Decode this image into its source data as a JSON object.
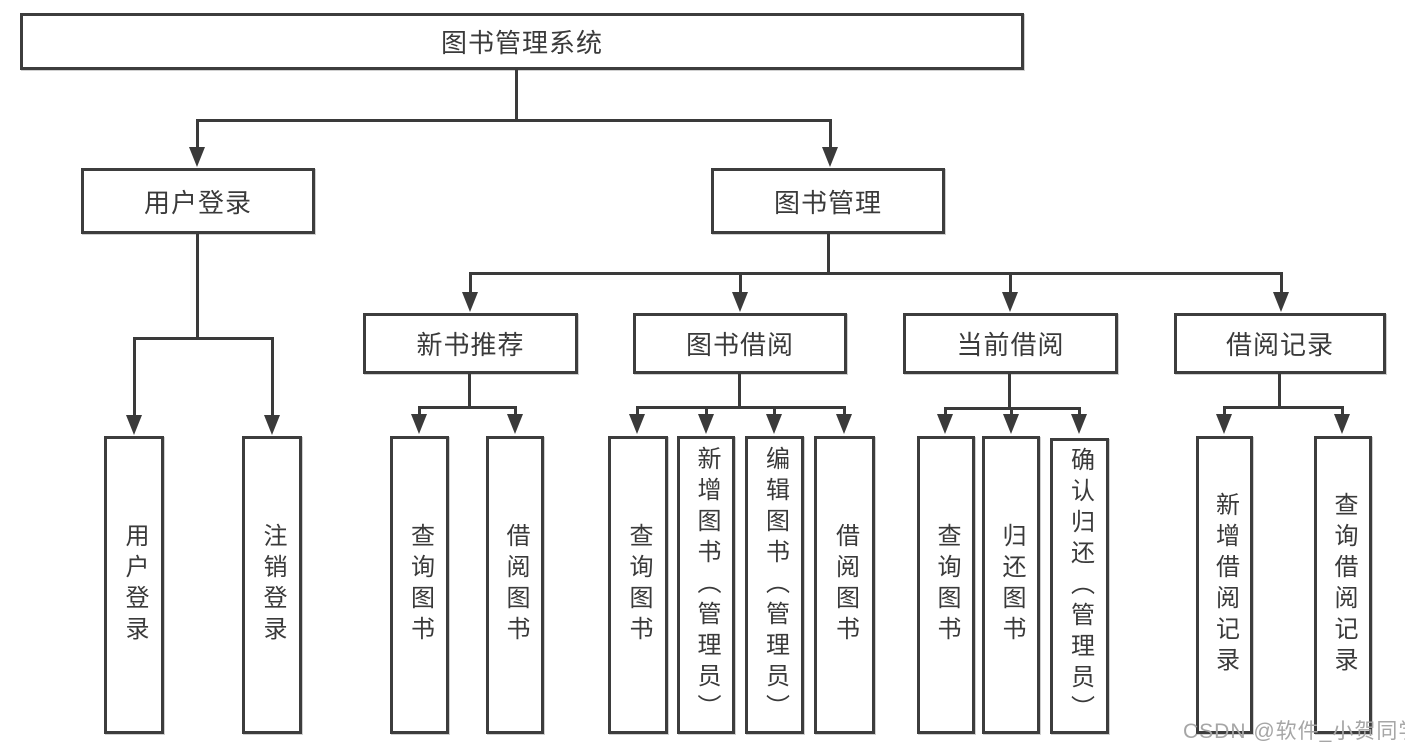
{
  "root": {
    "label": "图书管理系统"
  },
  "level2": [
    {
      "label": "用户登录"
    },
    {
      "label": "图书管理"
    }
  ],
  "level3": [
    {
      "label": "新书推荐"
    },
    {
      "label": "图书借阅"
    },
    {
      "label": "当前借阅"
    },
    {
      "label": "借阅记录"
    }
  ],
  "level4": {
    "user": [
      {
        "label": "用户登录"
      },
      {
        "label": "注销登录"
      }
    ],
    "recommend": [
      {
        "label": "查询图书"
      },
      {
        "label": "借阅图书"
      }
    ],
    "borrow": [
      {
        "label": "查询图书"
      },
      {
        "label": "新增图书（管理员）"
      },
      {
        "label": "编辑图书（管理员）"
      },
      {
        "label": "借阅图书"
      }
    ],
    "current": [
      {
        "label": "查询图书"
      },
      {
        "label": "归还图书"
      },
      {
        "label": "确认归还（管理员）"
      }
    ],
    "records": [
      {
        "label": "新增借阅记录"
      },
      {
        "label": "查询借阅记录"
      }
    ]
  },
  "watermark": "CSDN @软件_小贺同学",
  "colors": {
    "line": "#3a3a3a",
    "border": "#3d3d3d",
    "text": "#3a3a3a",
    "watermark": "#a6a6a6",
    "background": "#ffffff"
  }
}
